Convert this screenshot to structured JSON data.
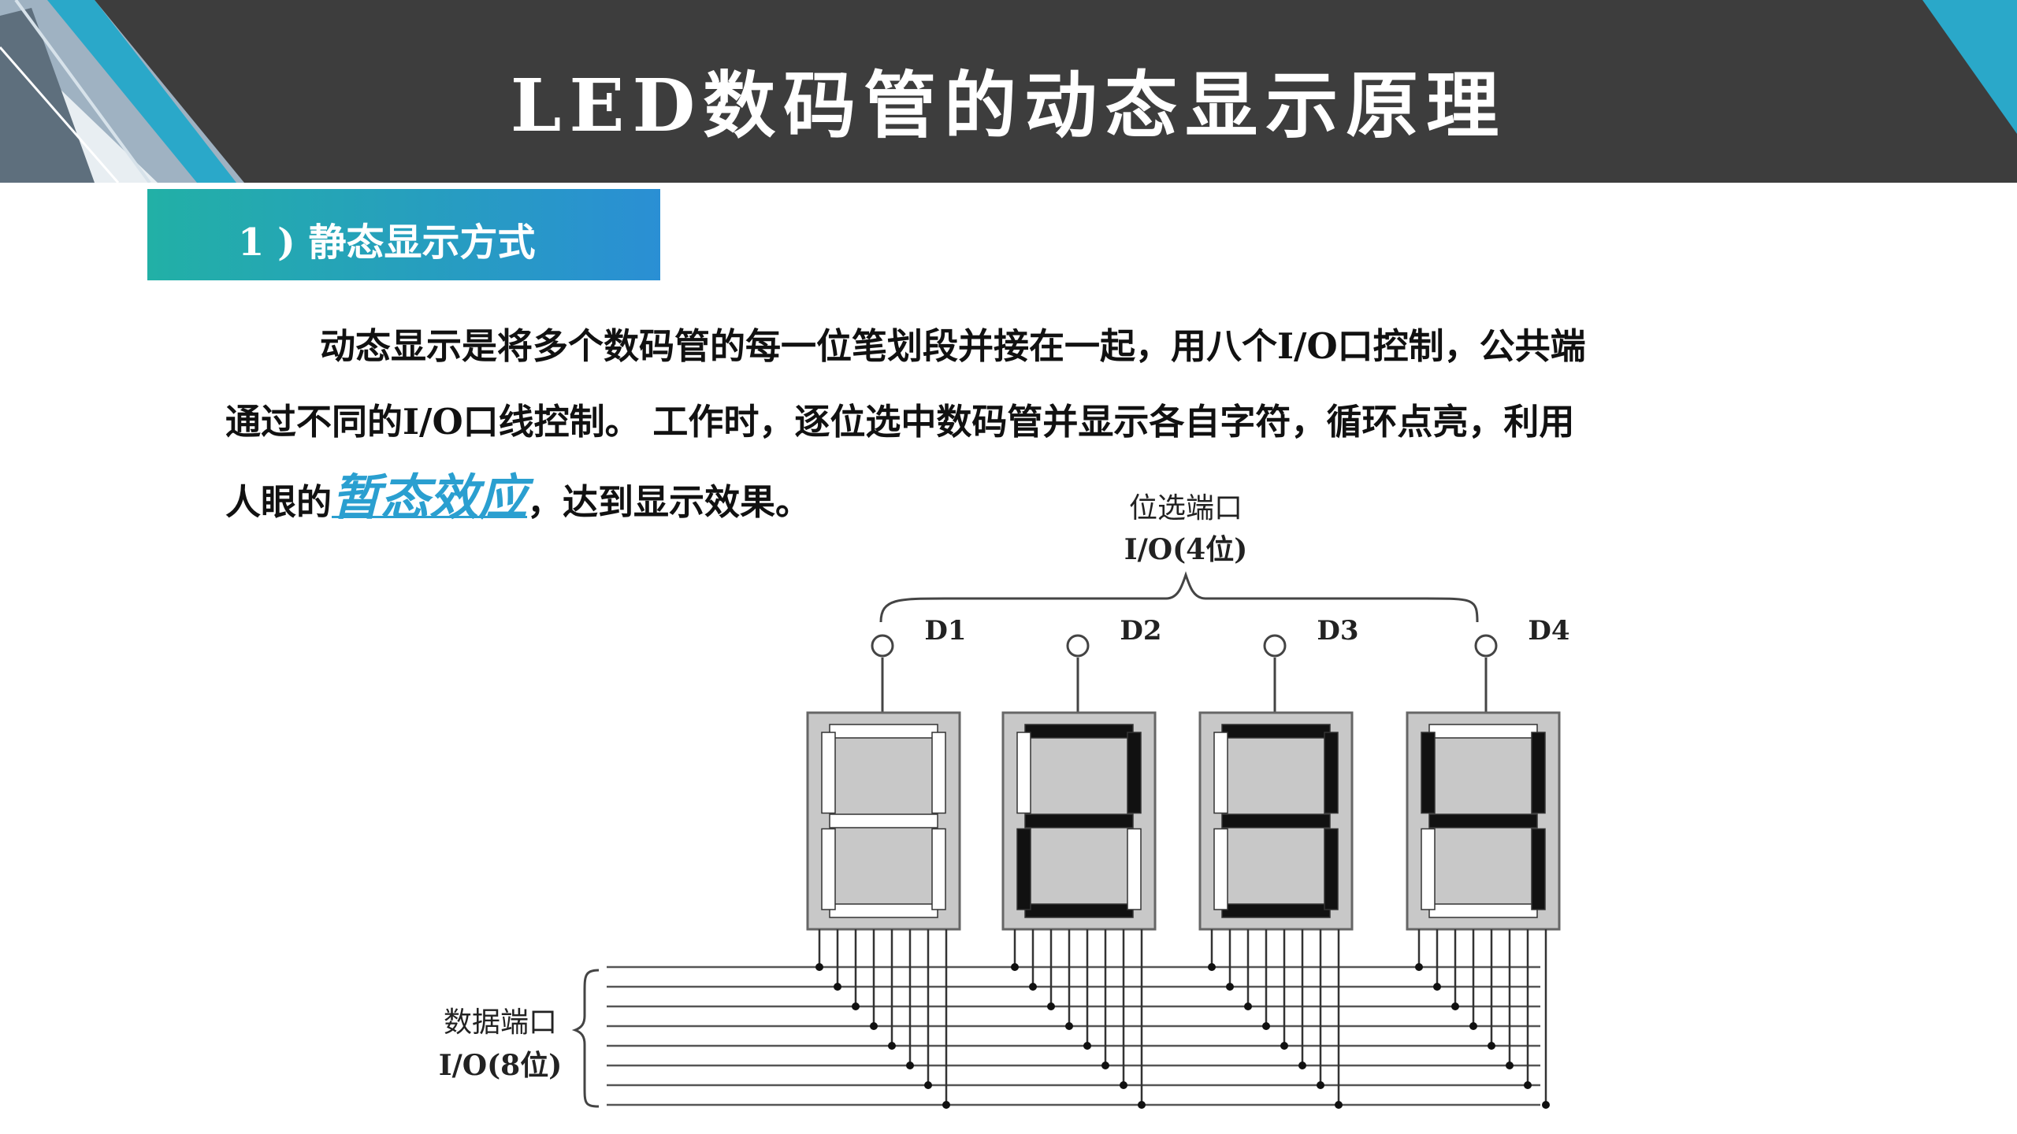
{
  "title": "LED数码管的动态显示原理",
  "section": {
    "label": "1 ) 静态显示方式"
  },
  "paragraph": {
    "line1": "动态显示是将多个数码管的每一位笔划段并接在一起，用八个I/O口控制，公共端",
    "line2": "通过不同的I/O口线控制。 工作时，逐位选中数码管并显示各自字符，循环点亮，利用",
    "line3_prefix": "人眼的",
    "line3_highlight": "暂态效应",
    "line3_suffix": "，达到显示效果。"
  },
  "diagram": {
    "select_port_label": "位选端口",
    "select_port_sub": "I/O(4位)",
    "data_port_label": "数据端口",
    "data_port_sub": "I/O(8位)",
    "digits": [
      {
        "label": "D1",
        "lit": []
      },
      {
        "label": "D2",
        "lit": [
          "a",
          "b",
          "g",
          "e",
          "d"
        ]
      },
      {
        "label": "D3",
        "lit": [
          "a",
          "b",
          "g",
          "c",
          "d"
        ]
      },
      {
        "label": "D4",
        "lit": [
          "f",
          "g",
          "b",
          "c"
        ]
      }
    ]
  },
  "colors": {
    "header_bg": "#3d3d3d",
    "badge_start": "#22b0a6",
    "badge_end": "#2a8fd4",
    "highlight": "#2a9fd0",
    "segment_on": "#111111",
    "segment_off": "#ffffff",
    "digit_face": "#c8c8c8"
  }
}
